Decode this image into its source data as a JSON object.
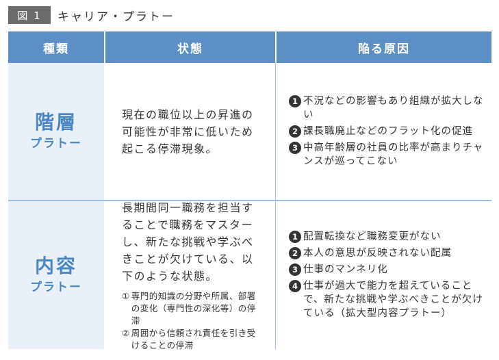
{
  "figure": {
    "label": "図 1",
    "title": "キャリア・プラトー"
  },
  "header": {
    "col1": "種類",
    "col2": "状態",
    "col3": "陥る原因"
  },
  "rows": [
    {
      "type_main": "階層",
      "type_sub": "プラトー",
      "state": "現在の職位以上の昇進の可能性が非常に低いため起こる停滞現象。",
      "notes": [],
      "causes": [
        {
          "num": "1",
          "text": "不況などの影響もあり組織が拡大しない"
        },
        {
          "num": "2",
          "text": "課長職廃止などのフラット化の促進"
        },
        {
          "num": "3",
          "text": "中高年齢層の社員の比率が高まりチャンスが巡ってこない"
        }
      ]
    },
    {
      "type_main": "内容",
      "type_sub": "プラトー",
      "state": "長期間同一職務を担当することで職務をマスターし、新たな挑戦や学ぶべきことが欠けている、以下のような状態。",
      "notes": [
        {
          "num": "①",
          "text": "専門的知識の分野や所属、部署の変化（専門性の深化等）の停滞"
        },
        {
          "num": "②",
          "text": "周囲から信頼され責任を引き受けることの停滞"
        }
      ],
      "causes": [
        {
          "num": "1",
          "text": "配置転換など職務変更がない"
        },
        {
          "num": "2",
          "text": "本人の意思が反映されない配属"
        },
        {
          "num": "3",
          "text": "仕事のマンネリ化"
        },
        {
          "num": "4",
          "text": "仕事が過大で能力を超えていることで、新たな挑戦や学ぶべきことが欠けている（拡大型内容プラトー）"
        }
      ]
    }
  ],
  "colors": {
    "header_bg": "#5b8fc5",
    "accent": "#4a86c5",
    "type_bg": "#e9f0f8",
    "rule": "#9fbde0"
  }
}
